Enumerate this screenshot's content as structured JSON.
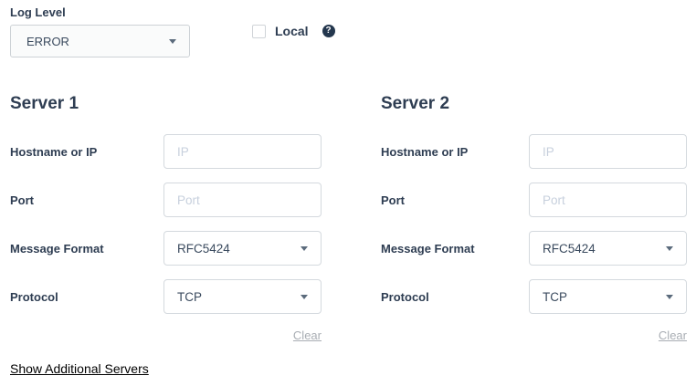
{
  "log_level": {
    "label": "Log Level",
    "value": "ERROR"
  },
  "local": {
    "label": "Local",
    "checked": false,
    "help_icon_glyph": "?"
  },
  "servers": [
    {
      "title": "Server 1",
      "hostname": {
        "label": "Hostname or IP",
        "placeholder": "IP",
        "value": ""
      },
      "port": {
        "label": "Port",
        "placeholder": "Port",
        "value": ""
      },
      "message_format": {
        "label": "Message Format",
        "value": "RFC5424"
      },
      "protocol": {
        "label": "Protocol",
        "value": "TCP"
      },
      "clear_label": "Clear"
    },
    {
      "title": "Server 2",
      "hostname": {
        "label": "Hostname or IP",
        "placeholder": "IP",
        "value": ""
      },
      "port": {
        "label": "Port",
        "placeholder": "Port",
        "value": ""
      },
      "message_format": {
        "label": "Message Format",
        "value": "RFC5424"
      },
      "protocol": {
        "label": "Protocol",
        "value": "TCP"
      },
      "clear_label": "Clear"
    }
  ],
  "footer": {
    "show_additional_label": "Show Additional Servers"
  },
  "colors": {
    "text_primary": "#2e3d52",
    "field_text": "#3a4a5e",
    "field_border": "#d4d9de",
    "placeholder": "#c7d0dd",
    "clear_link": "#a9aeb4",
    "help_icon_bg": "#24374e",
    "background": "#ffffff"
  }
}
